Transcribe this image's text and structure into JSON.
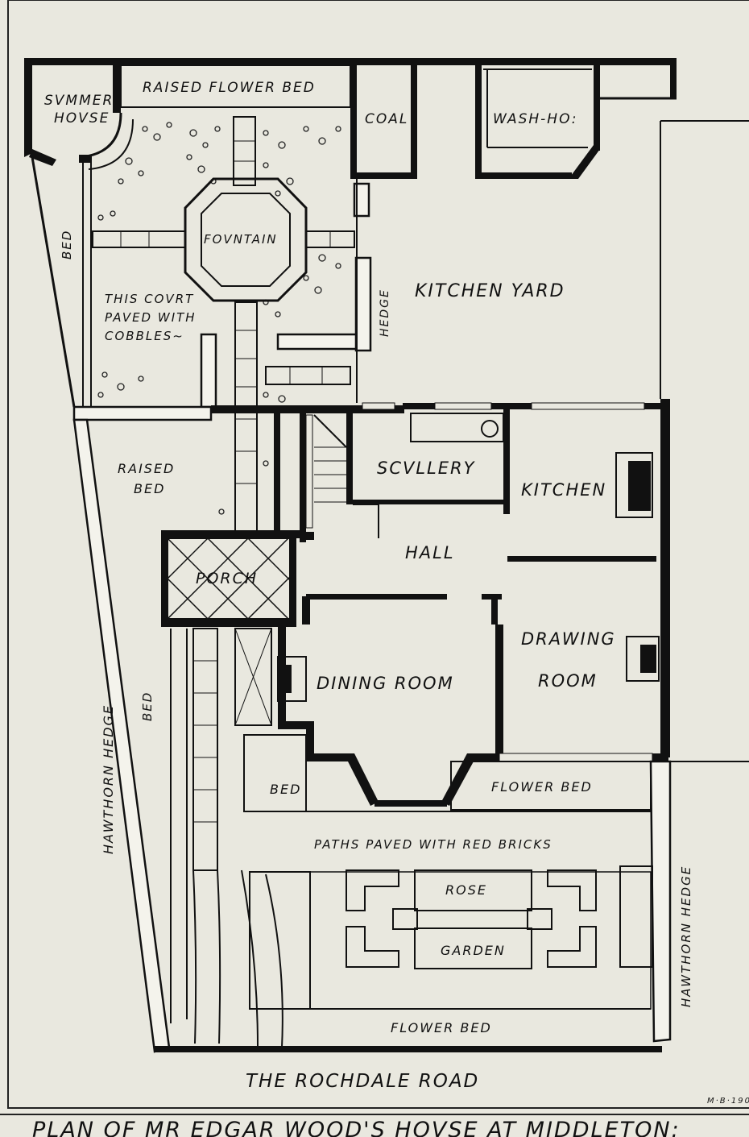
{
  "plan": {
    "labels": {
      "summer_house_1": "SVMMER",
      "summer_house_2": "HOVSE",
      "raised_flower_bed": "RAISED FLOWER BED",
      "coal": "COAL",
      "wash_house": "WASH-HO:",
      "fountain": "FOVNTAIN",
      "bed_left": "BED",
      "court_1": "THIS COVRT",
      "court_2": "PAVED WITH",
      "court_3": "COBBLES~",
      "hedge": "HEDGE",
      "kitchen_yard": "KITCHEN YARD",
      "raised_bed_1": "RAISED",
      "raised_bed_2": "BED",
      "scullery": "SCVLLERY",
      "kitchen": "KITCHEN",
      "hall": "HALL",
      "porch": "PORCH",
      "drawing_room_1": "DRAWING",
      "drawing_room_2": "ROOM",
      "dining_room": "DINING ROOM",
      "hawthorn_hedge_left": "HAWTHORN HEDGE",
      "bed_mid": "BED",
      "bed_lower": "BED",
      "flower_bed_upper": "FLOWER BED",
      "paths": "PATHS PAVED WITH RED BRICKS",
      "rose": "ROSE",
      "garden": "GARDEN",
      "hawthorn_hedge_right": "HAWTHORN HEDGE",
      "flower_bed_lower": "FLOWER BED",
      "road": "THE ROCHDALE ROAD",
      "signature": "M·B·190",
      "caption": "PLAN OF MR EDGAR WOOD'S HOVSE AT MIDDLETON:"
    }
  }
}
